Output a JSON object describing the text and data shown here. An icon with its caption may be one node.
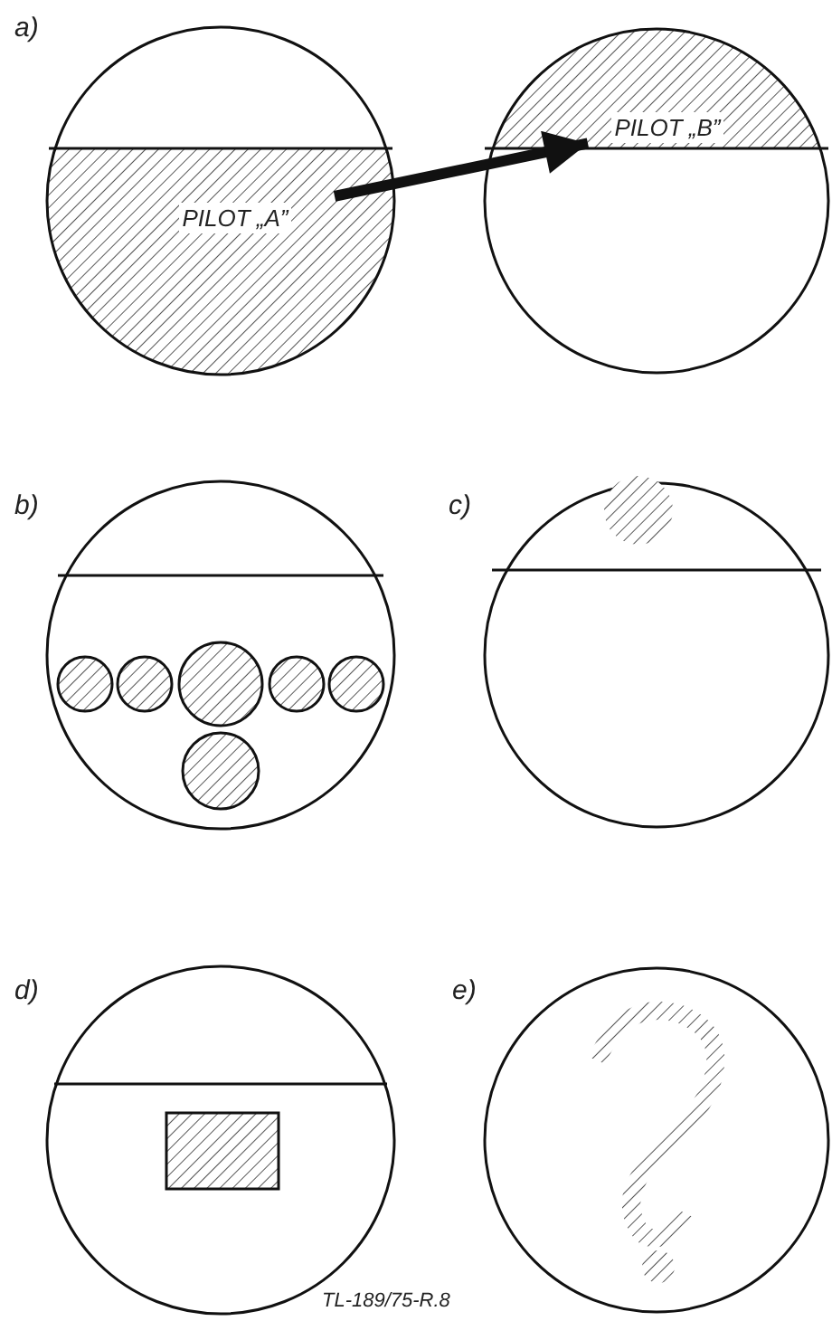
{
  "diagram": {
    "nodes": [
      {
        "text": [
          "PILOT „A”"
        ]
      },
      {
        "text": [
          "PILOT „B”"
        ]
      }
    ],
    "edges": [
      {
        "from": 0,
        "to": 1,
        "arrow": "to"
      }
    ],
    "labels": [
      "a)",
      "b)",
      "c)",
      "d)",
      "e)",
      "TL-189/75-R.8"
    ]
  }
}
